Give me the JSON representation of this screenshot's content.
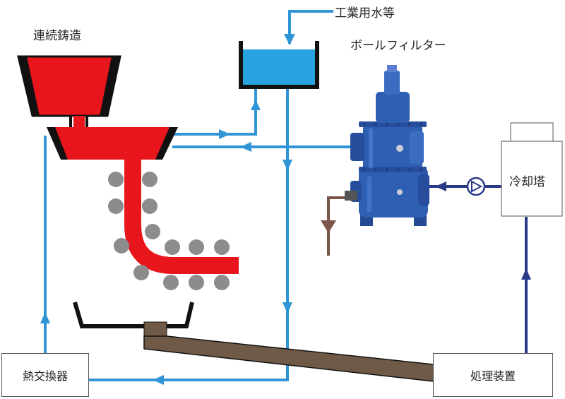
{
  "labels": {
    "continuous_casting": "連続鋳造",
    "industrial_water": "工業用水等",
    "ball_filter": "ボールフィルター",
    "cooling_tower": "冷却塔",
    "heat_exchanger": "熱交換器",
    "treatment_equipment": "処理装置"
  },
  "colors": {
    "water_line": "#2f95d6",
    "cooling_line": "#2b3a86",
    "molten_steel": "#e8161c",
    "mold": "#111111",
    "tank_water": "#27a3e0",
    "sludge_pipe": "#6e5a47",
    "drain_pipe": "#7a5548",
    "roller": "#8c8c8c",
    "filter_body": "#2f5fb3"
  }
}
